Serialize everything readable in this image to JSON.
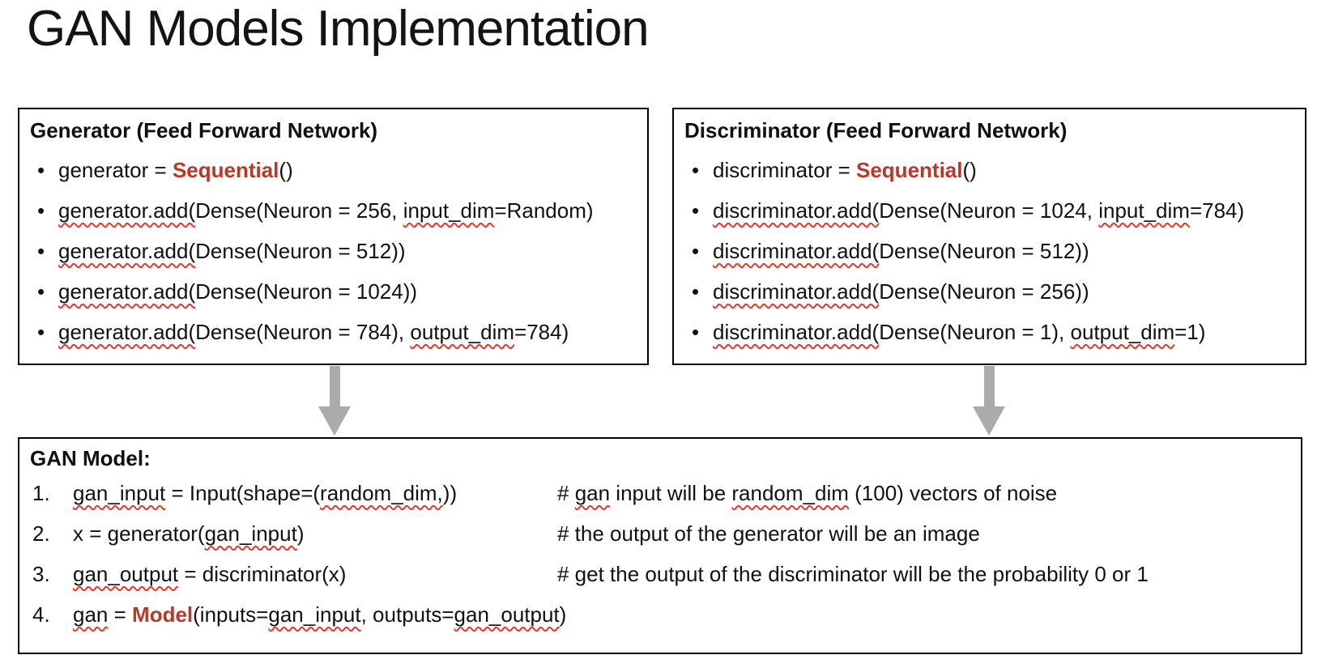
{
  "title": "GAN Models Implementation",
  "colors": {
    "keyword_red": "#B93728",
    "squiggle_red": "#E8392B",
    "arrow_gray": "#ABABAB",
    "border_black": "#000000"
  },
  "generator_box": {
    "header": "Generator (Feed Forward Network)",
    "bullets": [
      [
        {
          "t": "generator = "
        },
        {
          "t": "Sequential",
          "c": "kw"
        },
        {
          "t": "()"
        }
      ],
      [
        {
          "t": "generator.add(",
          "c": "sq"
        },
        {
          "t": "Dense(Neuron = 256, "
        },
        {
          "t": "input_dim",
          "c": "sq"
        },
        {
          "t": "=Random)"
        }
      ],
      [
        {
          "t": "generator.add(",
          "c": "sq"
        },
        {
          "t": "Dense(Neuron = 512))"
        }
      ],
      [
        {
          "t": "generator.add(",
          "c": "sq"
        },
        {
          "t": "Dense(Neuron = 1024))"
        }
      ],
      [
        {
          "t": "generator.add(",
          "c": "sq"
        },
        {
          "t": "Dense(Neuron = 784), "
        },
        {
          "t": "output_dim",
          "c": "sq"
        },
        {
          "t": "=784)"
        }
      ]
    ]
  },
  "discriminator_box": {
    "header": "Discriminator (Feed Forward Network)",
    "bullets": [
      [
        {
          "t": "discriminator = "
        },
        {
          "t": "Sequential",
          "c": "kw"
        },
        {
          "t": "()"
        }
      ],
      [
        {
          "t": "discriminator.add(",
          "c": "sq"
        },
        {
          "t": "Dense(Neuron = 1024, "
        },
        {
          "t": "input_dim",
          "c": "sq"
        },
        {
          "t": "=784)"
        }
      ],
      [
        {
          "t": "discriminator.add(",
          "c": "sq"
        },
        {
          "t": "Dense(Neuron = 512))"
        }
      ],
      [
        {
          "t": "discriminator.add(",
          "c": "sq"
        },
        {
          "t": "Dense(Neuron = 256))"
        }
      ],
      [
        {
          "t": "discriminator.add(",
          "c": "sq"
        },
        {
          "t": "Dense(Neuron = 1), "
        },
        {
          "t": "output_dim",
          "c": "sq"
        },
        {
          "t": "=1)"
        }
      ]
    ]
  },
  "gan_box": {
    "header": "GAN Model:",
    "lines": [
      {
        "num": "1.",
        "code": [
          {
            "t": "gan_input",
            "c": "sq"
          },
          {
            "t": " = Input(shape=("
          },
          {
            "t": "random_dim,",
            "c": "sq"
          },
          {
            "t": "))"
          }
        ],
        "comment": [
          {
            "t": "# "
          },
          {
            "t": "gan",
            "c": "sq"
          },
          {
            "t": " input will be "
          },
          {
            "t": "random_dim",
            "c": "sq"
          },
          {
            "t": " (100) vectors of noise"
          }
        ]
      },
      {
        "num": "2.",
        "code": [
          {
            "t": "x = generator("
          },
          {
            "t": "gan_input",
            "c": "sq"
          },
          {
            "t": ")"
          }
        ],
        "comment": [
          {
            "t": "# the output of the generator will be an image"
          }
        ]
      },
      {
        "num": "3.",
        "code": [
          {
            "t": "gan_output",
            "c": "sq"
          },
          {
            "t": " = discriminator(x)"
          }
        ],
        "comment": [
          {
            "t": "# get the output of the discriminator will be the probability 0 or 1"
          }
        ]
      },
      {
        "num": "4.",
        "code": [
          {
            "t": "gan",
            "c": "sq"
          },
          {
            "t": " = "
          },
          {
            "t": "Model",
            "c": "kw"
          },
          {
            "t": "(inputs="
          },
          {
            "t": "gan_input",
            "c": "sq"
          },
          {
            "t": ", outputs="
          },
          {
            "t": "gan_output",
            "c": "sq"
          },
          {
            "t": ")"
          }
        ],
        "comment": []
      }
    ]
  }
}
